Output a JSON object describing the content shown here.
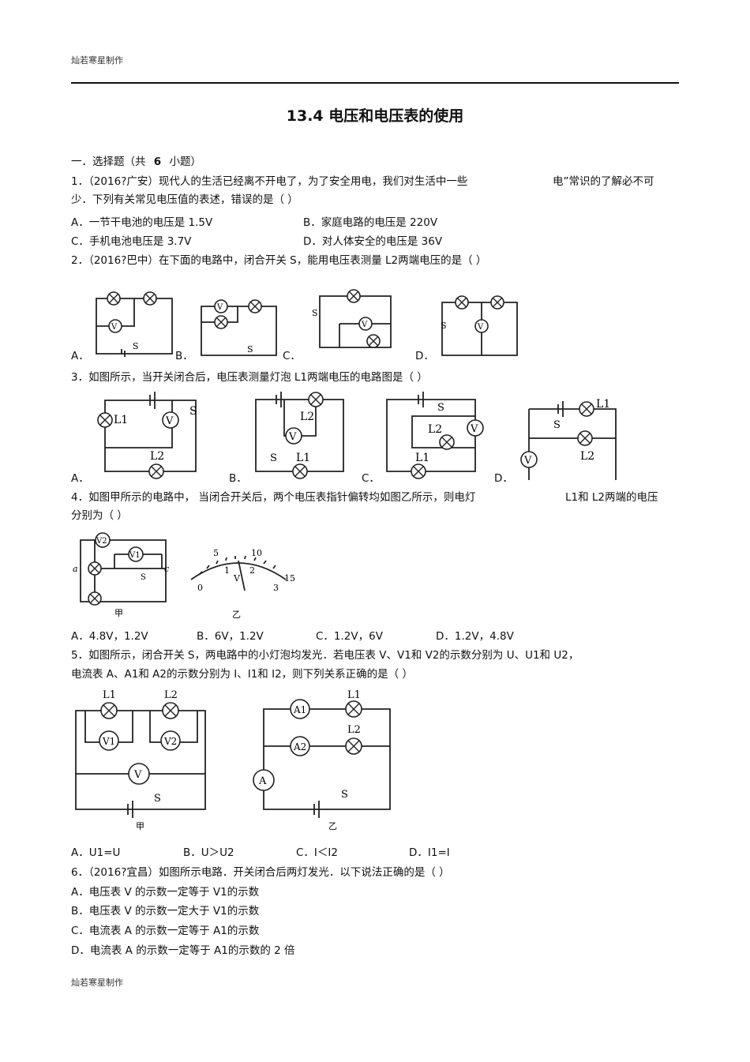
{
  "header": {
    "maker_top": "灿若寒星制作",
    "maker_bottom": "灿若寒星制作"
  },
  "title": "13.4 电压和电压表的使用",
  "section": {
    "label": "一．选择题（共",
    "count": "6",
    "suffix": "小题）"
  },
  "q1": {
    "line1a": "1．（2016?广安）现代人的生活已经离不开电了，为了安全用电，我们对生活中一些",
    "line1b": "电”常识的了解必不可",
    "line2": "少．下列有关常见电压值的表述，错误的是（        ）",
    "opt_a": "A．一节干电池的电压是    1.5V",
    "opt_b": "B．家庭电路的电压是    220V",
    "opt_c": "C．手机电池电压是    3.7V",
    "opt_d": "D．对人体安全的电压是    36V"
  },
  "q2": {
    "text": "2．（2016?巴中）在下面的电路中，闭合开关      S，能用电压表测量    L2两端电压的是（        ）",
    "labels": [
      "A．",
      "B．",
      "C．",
      "D．"
    ]
  },
  "q3": {
    "text": "3．如图所示，当开关闭合后，电压表测量灯泡        L1两端电压的电路图是（          ）",
    "labels": [
      "A．",
      "B．",
      "C．",
      "D．"
    ]
  },
  "q4": {
    "line1a": "4．如图甲所示的电路中，     当闭合开关后，两个电压表指针偏转均如图乙所示，则电灯",
    "line1b": "L1和  L2两端的电压",
    "line2": "分别为（        ）",
    "fig_jia": "甲",
    "fig_yi": "乙",
    "scale_top": [
      "5",
      "10"
    ],
    "scale_bottom": [
      "0",
      "1",
      "2",
      "3"
    ],
    "scale_end": "15",
    "opt_a": "A．4.8V，1.2V",
    "opt_b": "B．6V，1.2V",
    "opt_c": "C．1.2V，6V",
    "opt_d": "D．1.2V，4.8V"
  },
  "q5": {
    "line1": "5．如图所示，闭合开关      S，两电路中的小灯泡均发光．若电压表        V、V1和  V2的示数分别为    U、U1和  U2，",
    "line2": "电流表  A、A1和  A2的示数分别为    I、I1和  I2，则下列关系正确的是（          ）",
    "fig_jia": "甲",
    "fig_yi": "乙",
    "opt_a": "A．U1=U",
    "opt_b": "B．U＞U2",
    "opt_c": "C．I＜I2",
    "opt_d": "D．I1=I"
  },
  "q6": {
    "text": "6．（2016?宜昌）如图所示电路．开关闭合后两灯发光．以下说法正确的是（                ）",
    "opt_a": "A．电压表  V 的示数一定等于    V1的示数",
    "opt_b": "B．电压表  V 的示数一定大于    V1的示数",
    "opt_c": "C．电流表  A 的示数一定等于    A1的示数",
    "opt_d": "D．电流表  A 的示数一定等于    A1的示数的   2 倍"
  },
  "symbols": {
    "voltmeter": "V",
    "ammeter": "A",
    "switch": "S",
    "lamp1": "L1",
    "lamp2": "L2",
    "v1": "V1",
    "v2": "V2",
    "a1": "A1",
    "a2": "A2",
    "node_a": "a",
    "node_c": "c"
  }
}
